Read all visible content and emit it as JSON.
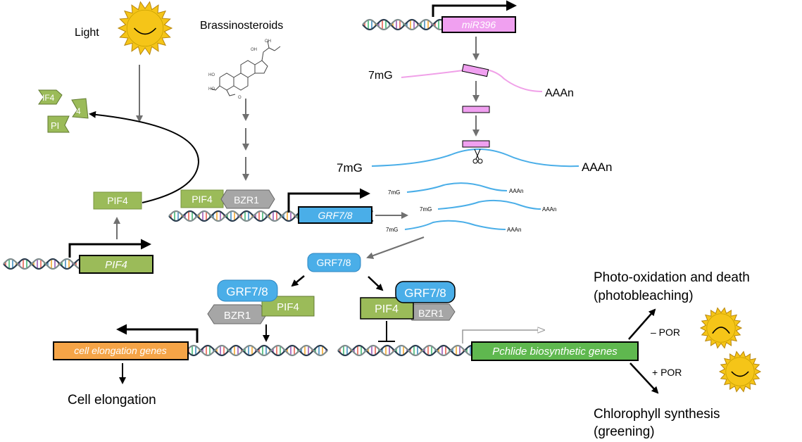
{
  "labels": {
    "light": "Light",
    "brassinosteroids": "Brassinosteroids",
    "cell_elongation": "Cell elongation",
    "photo_line1": "Photo-oxidation and death",
    "photo_line2": "(photobleaching)",
    "chl_line1": "Chlorophyll synthesis",
    "chl_line2": "(greening)",
    "minus_por": "– POR",
    "plus_por": "+ POR"
  },
  "mrna": {
    "cap": "7mG",
    "tail": "AAAn"
  },
  "boxes": {
    "pif4": "PIF4",
    "bzr1": "BZR1",
    "grf78": "GRF7/8",
    "mir396": "miR396",
    "cell_elongation_genes": "cell elongation genes",
    "pchlide_genes": "Pchlide biosynthetic genes",
    "degraded_1": "IF4",
    "degraded_2": "4",
    "degraded_3": "PI"
  },
  "colors": {
    "pif4_green": "#9bbb59",
    "bzr1_grey": "#a6a6a6",
    "grf_blue": "#4aaee8",
    "mir_pink": "#f0a0f0",
    "mrna_pink": "#f0a0e8",
    "mrna_blue": "#4aaee8",
    "orange": "#f5a447",
    "pchlide_green": "#5fb84f",
    "sun_yellow": "#f5c518"
  }
}
